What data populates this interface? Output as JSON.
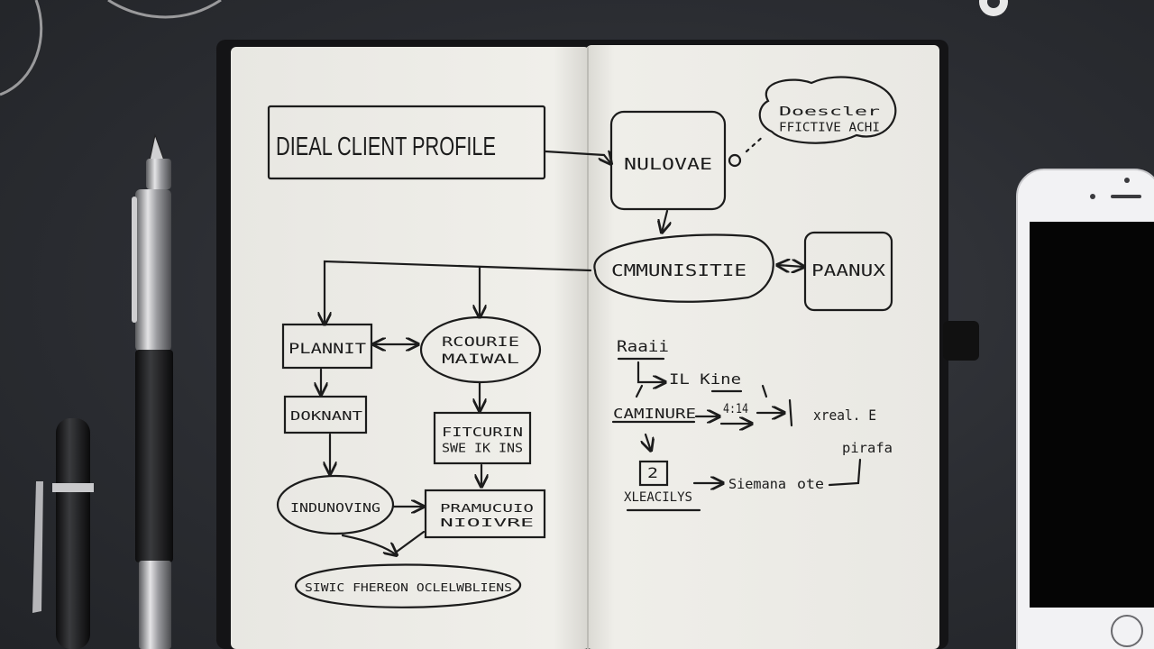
{
  "notebook": {
    "left_page": {
      "title": "DIEAL CLIENT PROFILE",
      "box_plannit": "PLANNIT",
      "oval_rcourie": "RCOURIE\nMAIWAL",
      "box_doknant": "DOKNANT",
      "box_fitcurin": "FITCURIN\nSWE IK INS",
      "oval_indunoving": "INDUNOVING",
      "box_pramucuio": "PRAMUCUIO\nNIOIVRE",
      "oval_bottom": "SIWIC FHEREON OCLELWBLIENS"
    },
    "right_page": {
      "box_nulovae": "NULOVAE",
      "cloud": "Doescler\nFFICTIVE ACHI",
      "oval_communisitie": "CMMUNISITIE",
      "box_paanux": "PAANUX",
      "note_rail": "Raaii",
      "note_ilkine": "IL Kine",
      "note_caminur": "CAMINURE",
      "note_4": "4:14",
      "note_xreal": "xreal. E",
      "note_pirafa": "pirafa",
      "note_2": "2",
      "note_xleacilys": "XLEACILYS",
      "note_stemano": "Siemana",
      "note_ote": "ote"
    }
  },
  "colors": {
    "desk": "#2b2d32",
    "paper": "#efeee9",
    "ink": "#1c1c1c",
    "phone_body": "#f2f2f4",
    "phone_screen": "#050505"
  }
}
